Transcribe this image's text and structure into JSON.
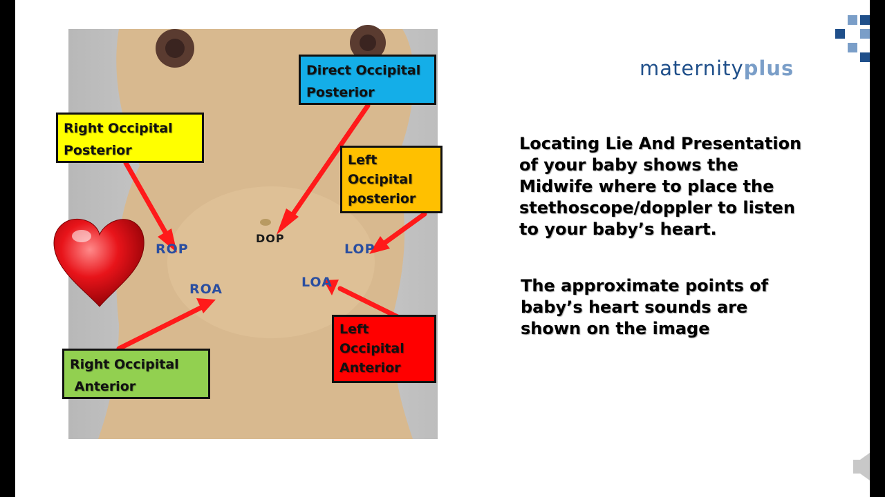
{
  "logo": {
    "text_regular": "maternity",
    "text_bold": "plus",
    "color_primary": "#1f4f8a",
    "color_secondary": "#7a9ec8"
  },
  "callouts": {
    "dop": {
      "lines": [
        "Direct Occipital",
        "Posterior"
      ],
      "color": "#14aee8"
    },
    "rop": {
      "lines": [
        "Right Occipital",
        "Posterior"
      ],
      "color": "#ffff00"
    },
    "lop": {
      "lines": [
        "Left",
        "Occipital",
        "posterior"
      ],
      "color": "#ffc000"
    },
    "roa": {
      "lines": [
        "Right Occipital",
        " Anterior"
      ],
      "color": "#92d050"
    },
    "loa": {
      "lines": [
        "Left",
        "Occipital",
        "Anterior"
      ],
      "color": "#ff0000"
    }
  },
  "position_labels": {
    "rop": "ROP",
    "dop": "DOP",
    "lop": "LOP",
    "roa": "ROA",
    "loa": "LOA"
  },
  "arrow_color": "#ff1a1a",
  "heart_color": "#e8141a",
  "paragraph_1": [
    "Locating Lie And Presentation",
    "of your baby shows the",
    "Midwife where to place the",
    "stethoscope/doppler to listen",
    "to your baby’s heart."
  ],
  "paragraph_2": [
    "The approximate points of",
    "baby’s heart sounds are",
    "shown on the image"
  ],
  "icons": {
    "logo_mark": "logo-squares-icon",
    "heart": "heart-icon",
    "speaker": "speaker-icon"
  }
}
